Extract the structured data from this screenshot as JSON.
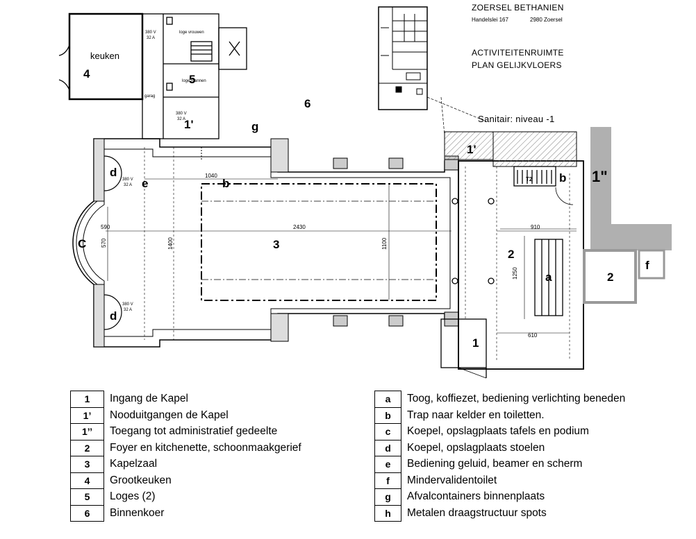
{
  "header": {
    "site_name": "ZOERSEL BETHANIEN",
    "address": "Handelslei 167",
    "postcode_city": "2980 Zoersel",
    "title_line1": "ACTIVITEITENRUIMTE",
    "title_line2": "PLAN GELIJKVLOERS",
    "sanitair_note": "Sanitair: niveau -1"
  },
  "plan_labels": {
    "zone_1": "1",
    "zone_1_prime": "1'",
    "zone_1_prime_right": "1'",
    "zone_1_double_prime": "1\"",
    "zone_2": "2",
    "zone_2_right": "2",
    "zone_3": "3",
    "zone_4": "4",
    "zone_5": "5",
    "zone_6": "6",
    "zone_a": "a",
    "zone_b_left": "b",
    "zone_b_right": "b",
    "zone_c": "C",
    "zone_d_top": "d",
    "zone_d_bottom": "d",
    "zone_e": "e",
    "zone_f": "f",
    "zone_g": "g",
    "keuken": "keuken",
    "loge_vrouwen": "loge vrouwen",
    "loge_mannen": "loge mannen",
    "garage": "garag",
    "t2": "T2",
    "volt_1": "380 V",
    "amp_1": "32 A",
    "volt_2": "380 V",
    "amp_2": "32 A",
    "volt_3": "380 V",
    "amp_3": "32 A",
    "volt_4": "380 V",
    "amp_4": "32 A",
    "dim_1040": "1040",
    "dim_590": "590",
    "dim_2430": "2430",
    "dim_910": "910",
    "dim_570": "570",
    "dim_1400": "1400",
    "dim_1100": "1100",
    "dim_1250": "1250",
    "dim_610": "610"
  },
  "legend_left": [
    {
      "code": "1",
      "text": "Ingang de Kapel"
    },
    {
      "code": "1’",
      "text": "Nooduitgangen de Kapel"
    },
    {
      "code": "1’’",
      "text": "Toegang tot administratief gedeelte"
    },
    {
      "code": "2",
      "text": "Foyer en kitchenette, schoonmaakgerief"
    },
    {
      "code": "3",
      "text": "Kapelzaal"
    },
    {
      "code": "4",
      "text": "Grootkeuken"
    },
    {
      "code": "5",
      "text": "Loges (2)"
    },
    {
      "code": "6",
      "text": "Binnenkoer"
    }
  ],
  "legend_right": [
    {
      "code": "a",
      "text": "Toog, koffiezet, bediening verlichting beneden"
    },
    {
      "code": "b",
      "text": "Trap naar kelder en toiletten."
    },
    {
      "code": "c",
      "text": "Koepel, opslagplaats tafels en podium"
    },
    {
      "code": "d",
      "text": "Koepel, opslagplaats stoelen"
    },
    {
      "code": "e",
      "text": "Bediening geluid, beamer en scherm"
    },
    {
      "code": "f",
      "text": "Mindervalidentoilet"
    },
    {
      "code": "g",
      "text": "Afvalcontainers binnenplaats"
    },
    {
      "code": "h",
      "text": "Metalen draagstructuur spots"
    }
  ]
}
